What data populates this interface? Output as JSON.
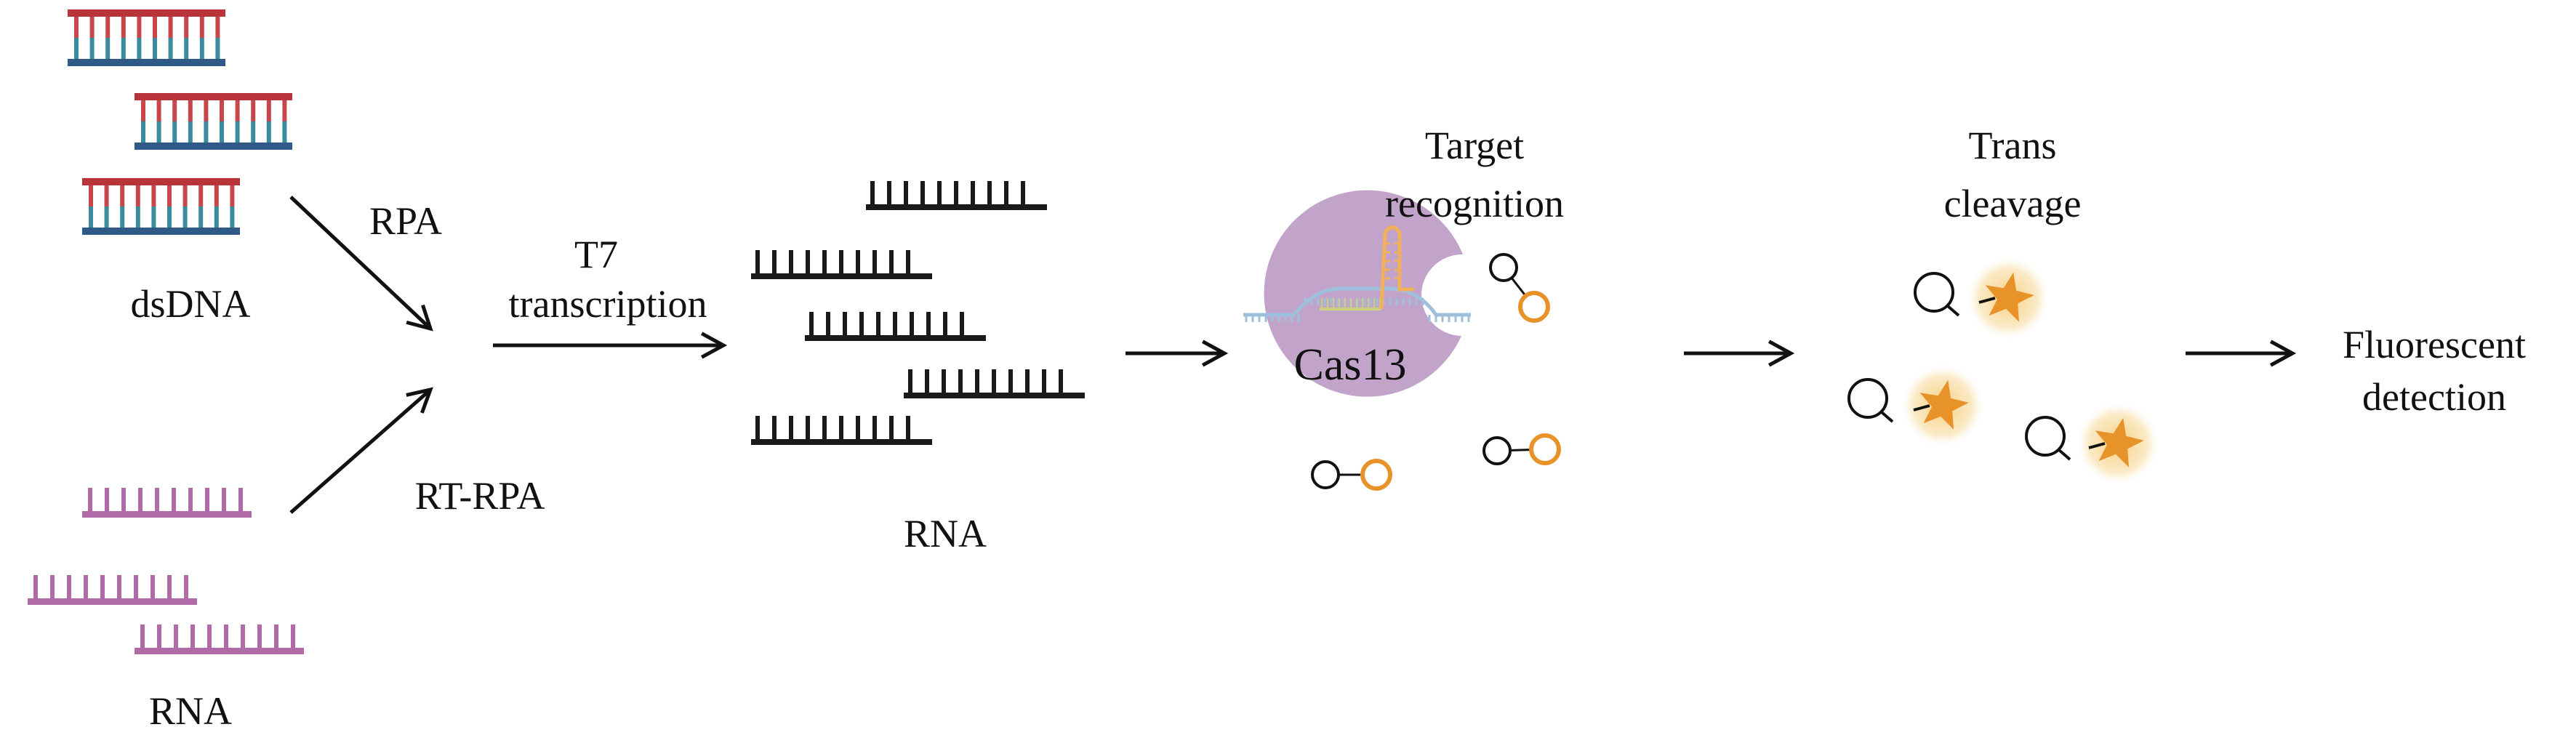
{
  "labels": {
    "dsdna": "dsDNA",
    "rna_input": "RNA",
    "rpa": "RPA",
    "rt_rpa": "RT-RPA",
    "t7_line1": "T7",
    "t7_line2": "transcription",
    "rna_transcribed": "RNA",
    "target_line1": "Target",
    "target_line2": "recognition",
    "cas13": "Cas13",
    "trans_line1": "Trans",
    "trans_line2": "cleavage",
    "fluor_line1": "Fluorescent",
    "fluor_line2": "detection"
  },
  "colors": {
    "dna_top": "#b8333a",
    "dna_bottom": "#2f5a88",
    "dna_rung_bottom": "#3a8aa0",
    "rna_input": "#b06aa8",
    "rna_black": "#1a1a1a",
    "cas13": "#c2a3c9",
    "target_rna": "#9fc0dc",
    "crrna": "#f2b05a",
    "fluorophore": "#e8922a",
    "glow": "#f6d48c"
  },
  "icons": {
    "cas13": "cas13-protein-icon",
    "reporter": "quenched-reporter-icon",
    "cleaved": "cleaved-reporter-star-icon"
  }
}
